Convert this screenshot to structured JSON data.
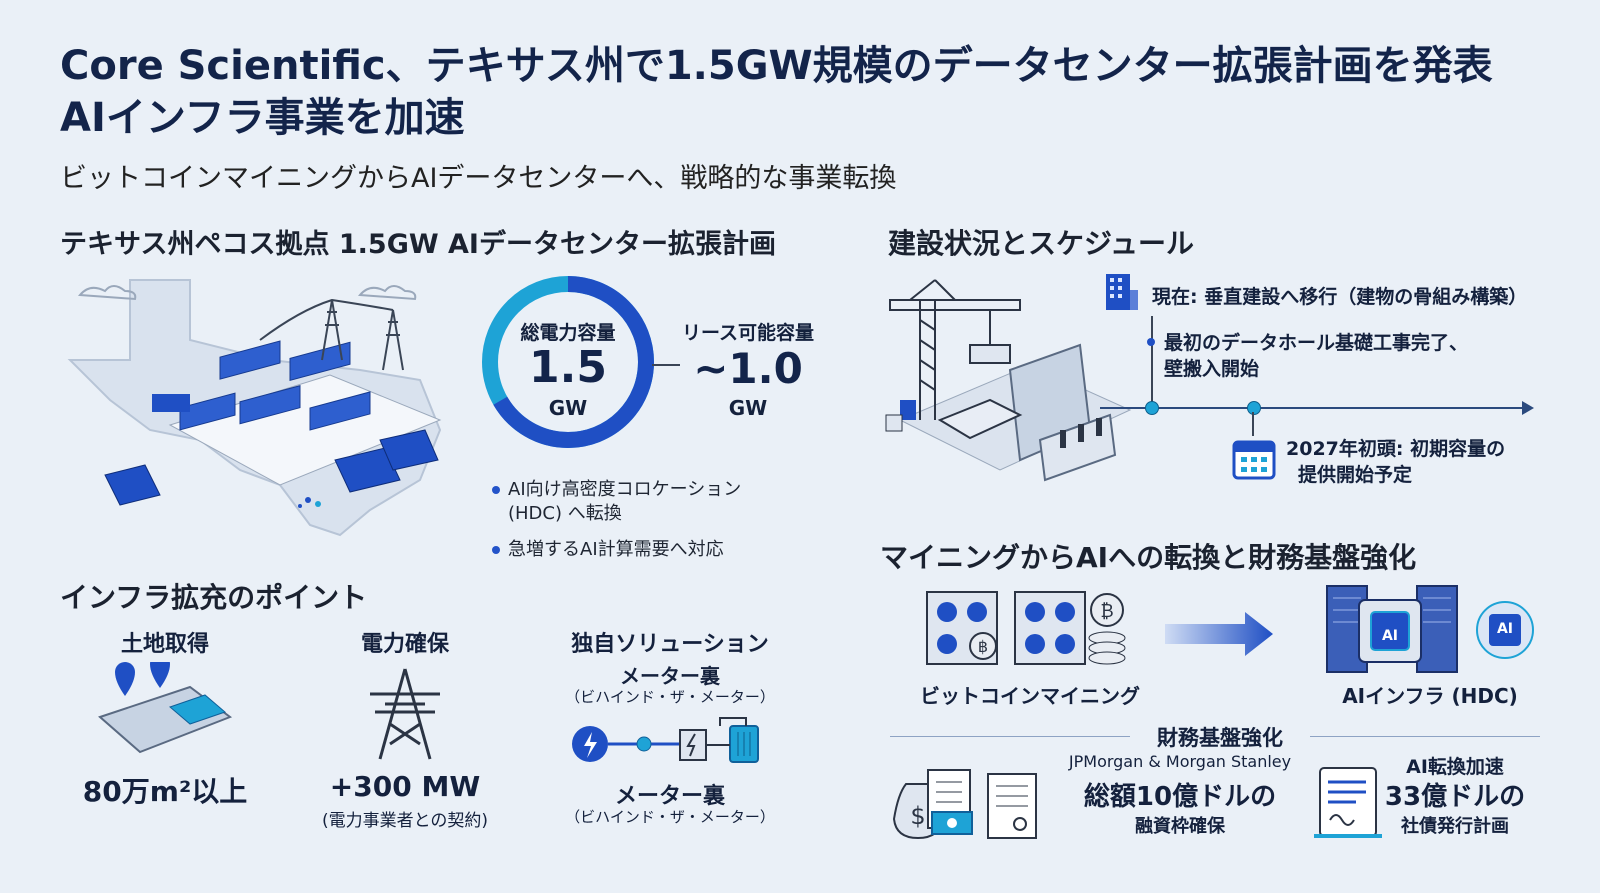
{
  "header": {
    "title_line1": "Core Scientific、テキサス州で1.5GW規模のデータセンター拡張計画を発表",
    "title_line2": "AIインフラ事業を加速",
    "subtitle": "ビットコインマイニングからAIデータセンターへ、戦略的な事業転換"
  },
  "expansion": {
    "heading": "テキサス州ペコス拠点 1.5GW AIデータセンター拡張計画",
    "gauge": {
      "label": "総電力容量",
      "value": "1.5",
      "unit": "GW",
      "leasable_fraction": 0.667
    },
    "lease": {
      "label": "リース可能容量",
      "value": "~1.0",
      "unit": "GW"
    },
    "bullets": [
      "AI向け高密度コロケーション (HDC) へ転換",
      "急増するAI計算需要へ対応"
    ]
  },
  "infra": {
    "heading": "インフラ拡充のポイント",
    "land": {
      "title": "土地取得",
      "value": "80万m²以上"
    },
    "power": {
      "title": "電力確保",
      "value": "+300 MW",
      "note": "(電力事業者との契約)"
    },
    "solution": {
      "title": "独自ソリューション",
      "top_label": "メーター裏",
      "top_note": "（ビハインド・ザ・メーター）",
      "bottom_label": "メーター裏",
      "bottom_note": "（ビハインド・ザ・メーター）"
    }
  },
  "construction": {
    "heading": "建設状況とスケジュール",
    "current": "現在: 垂直建設へ移行（建物の骨組み構築）",
    "milestone1_line1": "最初のデータホール基礎工事完了、",
    "milestone1_line2": "壁搬入開始",
    "milestone2_line1": "2027年初頭: 初期容量の",
    "milestone2_line2": "提供開始予定"
  },
  "transition": {
    "heading": "マイニングからAIへの転換と財務基盤強化",
    "from_label": "ビットコインマイニング",
    "to_label": "AIインフラ (HDC)",
    "chip_label": "AI",
    "finance_heading": "財務基盤強化",
    "loan": {
      "banks": "JPMorgan & Morgan Stanley",
      "amount": "総額10億ドルの",
      "note": "融資枠確保"
    },
    "bond": {
      "label": "AI転換加速",
      "amount": "33億ドルの",
      "note": "社債発行計画"
    }
  },
  "colors": {
    "primary": "#1f4fc4",
    "accent": "#1ea3d6",
    "dark": "#13244a",
    "background": "#eaf0f7"
  }
}
